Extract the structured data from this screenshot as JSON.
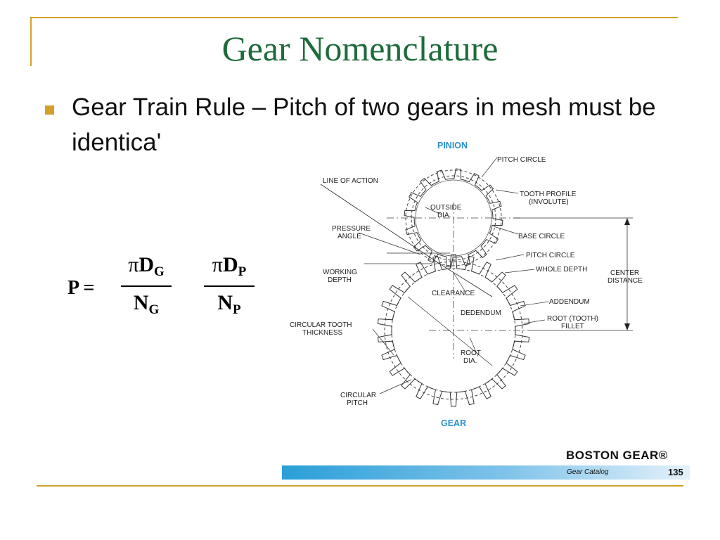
{
  "slide": {
    "title": "Gear Nomenclature",
    "bullet": "Gear Train Rule – Pitch of two gears in mesh must be identica'",
    "colors": {
      "title": "#1e6b3c",
      "accent": "#d4a02a",
      "diagram_heading": "#2a8fd0"
    }
  },
  "formula": {
    "lhs": "P =",
    "frac1": {
      "pi": "π",
      "num_main": "D",
      "num_sub": "G",
      "den_main": "N",
      "den_sub": "G"
    },
    "frac2": {
      "pi": "π",
      "num_main": "D",
      "num_sub": "P",
      "den_main": "N",
      "den_sub": "P"
    }
  },
  "diagram": {
    "pinion_heading": "PINION",
    "gear_heading": "GEAR",
    "labels": {
      "pitch_circle_top": "PITCH CIRCLE",
      "tooth_profile_1": "TOOTH PROFILE",
      "tooth_profile_2": "(INVOLUTE)",
      "line_of_action": "LINE OF ACTION",
      "outside_dia_1": "OUTSIDE",
      "outside_dia_2": "DIA.",
      "pressure_angle_1": "PRESSURE",
      "pressure_angle_2": "ANGLE",
      "base_circle": "BASE CIRCLE",
      "pitch_circle_mid": "PITCH CIRCLE",
      "center_distance_1": "CENTER",
      "center_distance_2": "DISTANCE",
      "working_depth_1": "WORKING",
      "working_depth_2": "DEPTH",
      "whole_depth": "WHOLE DEPTH",
      "clearance": "CLEARANCE",
      "addendum": "ADDENDUM",
      "dedendum": "DEDENDUM",
      "root_fillet_1": "ROOT (TOOTH)",
      "root_fillet_2": "FILLET",
      "tooth_thickness_1": "CIRCULAR TOOTH",
      "tooth_thickness_2": "THICKNESS",
      "root_dia_1": "ROOT",
      "root_dia_2": "DIA.",
      "circular_pitch_1": "CIRCULAR",
      "circular_pitch_2": "PITCH"
    }
  },
  "footer": {
    "brand": "BOSTON GEAR®",
    "catalog": "Gear Catalog",
    "page": "135"
  }
}
